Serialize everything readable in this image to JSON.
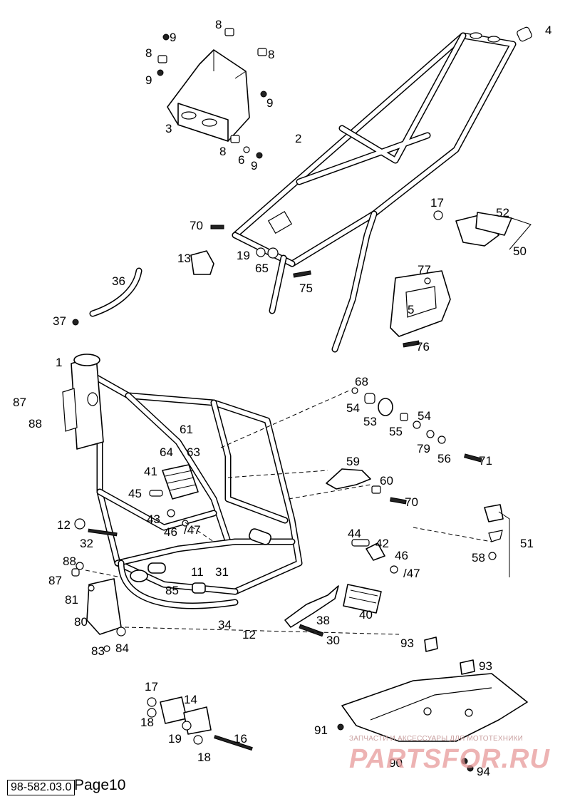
{
  "page": {
    "code": "98-582.03.0",
    "page_label": "Page10"
  },
  "watermark": {
    "caption": "ЗАПЧАСТИ И АКСЕССУАРЫ ДЛЯ МОТОТЕХНИКИ",
    "logo_text": "PARTSFOR.RU"
  },
  "callouts": {
    "c1": "1",
    "c2": "2",
    "c3": "3",
    "c4": "4",
    "c5": "5",
    "c6": "6",
    "c8a": "8",
    "c8b": "8",
    "c8c": "8",
    "c8d": "8",
    "c9a": "9",
    "c9b": "9",
    "c9c": "9",
    "c9d": "9",
    "c11": "11",
    "c12a": "12",
    "c12b": "12",
    "c13": "13",
    "c14": "14",
    "c16": "16",
    "c17a": "17",
    "c17b": "17",
    "c18a": "18",
    "c18b": "18",
    "c19a": "19",
    "c19b": "19",
    "c30": "30",
    "c31": "31",
    "c32": "32",
    "c34": "34",
    "c36": "36",
    "c37": "37",
    "c38": "38",
    "c40": "40",
    "c41": "41",
    "c42": "42",
    "c43": "43",
    "c44": "44",
    "c45": "45",
    "c46a": "46",
    "c46b": "46",
    "c47a": "/47",
    "c47b": "/47",
    "c50": "50",
    "c51": "51",
    "c52": "52",
    "c53": "53",
    "c54a": "54",
    "c54b": "54",
    "c55": "55",
    "c56": "56",
    "c58": "58",
    "c59": "59",
    "c60": "60",
    "c61": "61",
    "c63": "63",
    "c64": "64",
    "c65": "65",
    "c68": "68",
    "c70a": "70",
    "c70b": "70",
    "c71": "71",
    "c75": "75",
    "c76": "76",
    "c77": "77",
    "c79": "79",
    "c80": "80",
    "c81": "81",
    "c83": "83",
    "c84": "84",
    "c85": "85",
    "c87a": "87",
    "c87b": "87",
    "c88a": "88",
    "c88b": "88",
    "c90": "90",
    "c91": "91",
    "c93a": "93",
    "c93b": "93",
    "c94": "94"
  }
}
